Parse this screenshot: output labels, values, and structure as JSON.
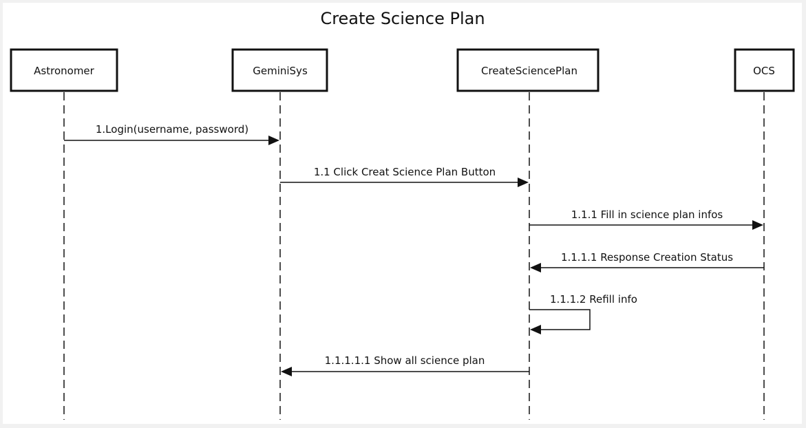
{
  "diagram": {
    "title": "Create Science Plan",
    "participants": [
      {
        "id": "astronomer",
        "label": "Astronomer"
      },
      {
        "id": "geminisys",
        "label": "GeminiSys"
      },
      {
        "id": "createscienceplan",
        "label": "CreateSciencePlan"
      },
      {
        "id": "ocs",
        "label": "OCS"
      }
    ],
    "messages": [
      {
        "label": "1.Login(username, password)",
        "from": "astronomer",
        "to": "geminisys"
      },
      {
        "label": "1.1 Click Creat Science Plan Button",
        "from": "geminisys",
        "to": "createscienceplan"
      },
      {
        "label": "1.1.1 Fill in science plan infos",
        "from": "createscienceplan",
        "to": "ocs"
      },
      {
        "label": "1.1.1.1 Response Creation Status",
        "from": "ocs",
        "to": "createscienceplan"
      },
      {
        "label": "1.1.1.2 Refill info",
        "from": "createscienceplan",
        "to": "createscienceplan"
      },
      {
        "label": "1.1.1.1.1 Show all science plan",
        "from": "createscienceplan",
        "to": "geminisys"
      }
    ]
  }
}
